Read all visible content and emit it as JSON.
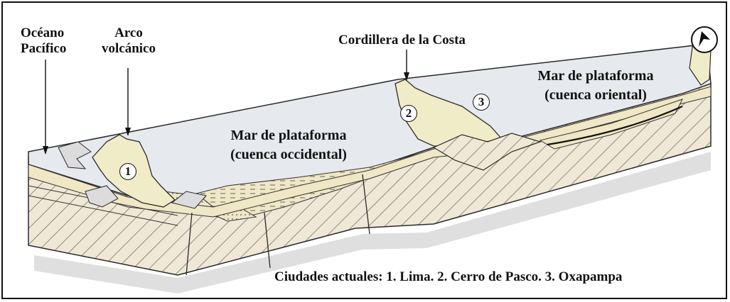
{
  "labels": {
    "ocean": "Océano Pacífico",
    "arc": "Arco volcánico",
    "cordillera": "Cordillera de la Costa",
    "east_sea_line1": "Mar de plataforma",
    "east_sea_line2": "(cuenca oriental)",
    "west_sea_line1": "Mar de plataforma",
    "west_sea_line2": "(cuenca occidental)"
  },
  "markers": [
    "1",
    "2",
    "3"
  ],
  "caption": "Ciudades actuales: 1. Lima. 2. Cerro de Pasco. 3. Oxapampa",
  "colors": {
    "sea": "#e6e9ee",
    "sediment": "#f1ecc8",
    "basement_hatch": "#b9a98a",
    "outline": "#2a2a2a"
  },
  "compass_icon": "north-arrow"
}
